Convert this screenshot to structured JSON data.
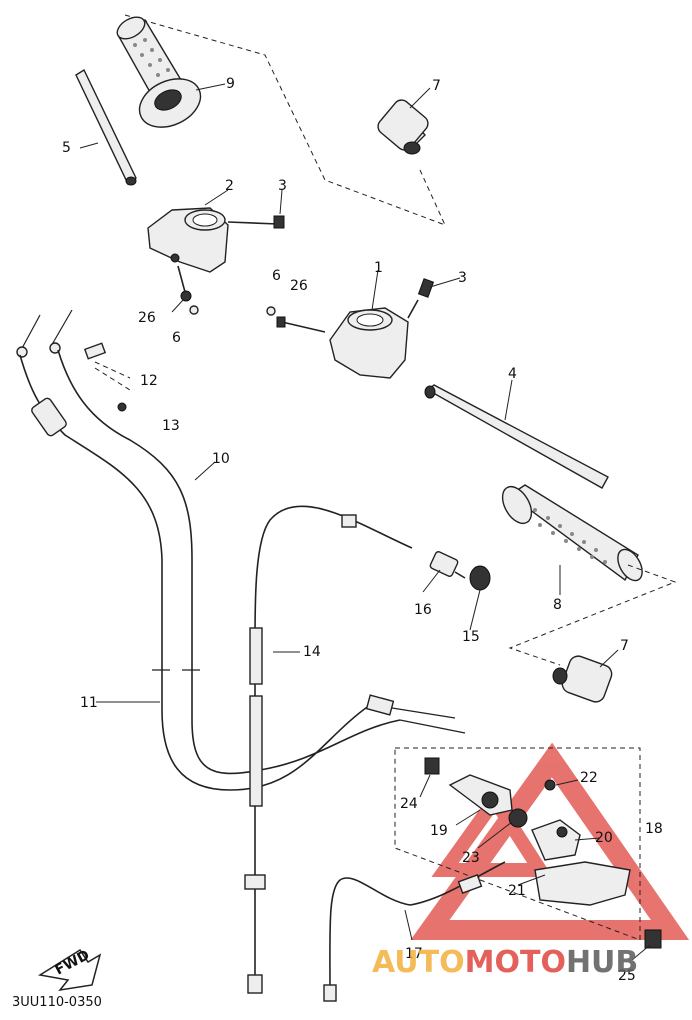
{
  "figure_code": "3UU110-0350",
  "fwd_arrow_text": "FWD",
  "watermark": {
    "part1": "AUTO",
    "part2": "MOTO",
    "part3": "HUB",
    "color1": "#f2b13c",
    "color2": "#e0453f",
    "color3": "#5a5a5a"
  },
  "callouts": {
    "c1": "1",
    "c2": "2",
    "c3a": "3",
    "c3b": "3",
    "c4": "4",
    "c5": "5",
    "c6a": "6",
    "c6b": "6",
    "c7a": "7",
    "c7b": "7",
    "c8": "8",
    "c9": "9",
    "c10": "10",
    "c11": "11",
    "c12": "12",
    "c13": "13",
    "c14": "14",
    "c15": "15",
    "c16": "16",
    "c17": "17",
    "c18": "18",
    "c19": "19",
    "c20": "20",
    "c21": "21",
    "c22": "22",
    "c23": "23",
    "c24": "24",
    "c25": "25",
    "c26a": "26",
    "c26b": "26"
  }
}
